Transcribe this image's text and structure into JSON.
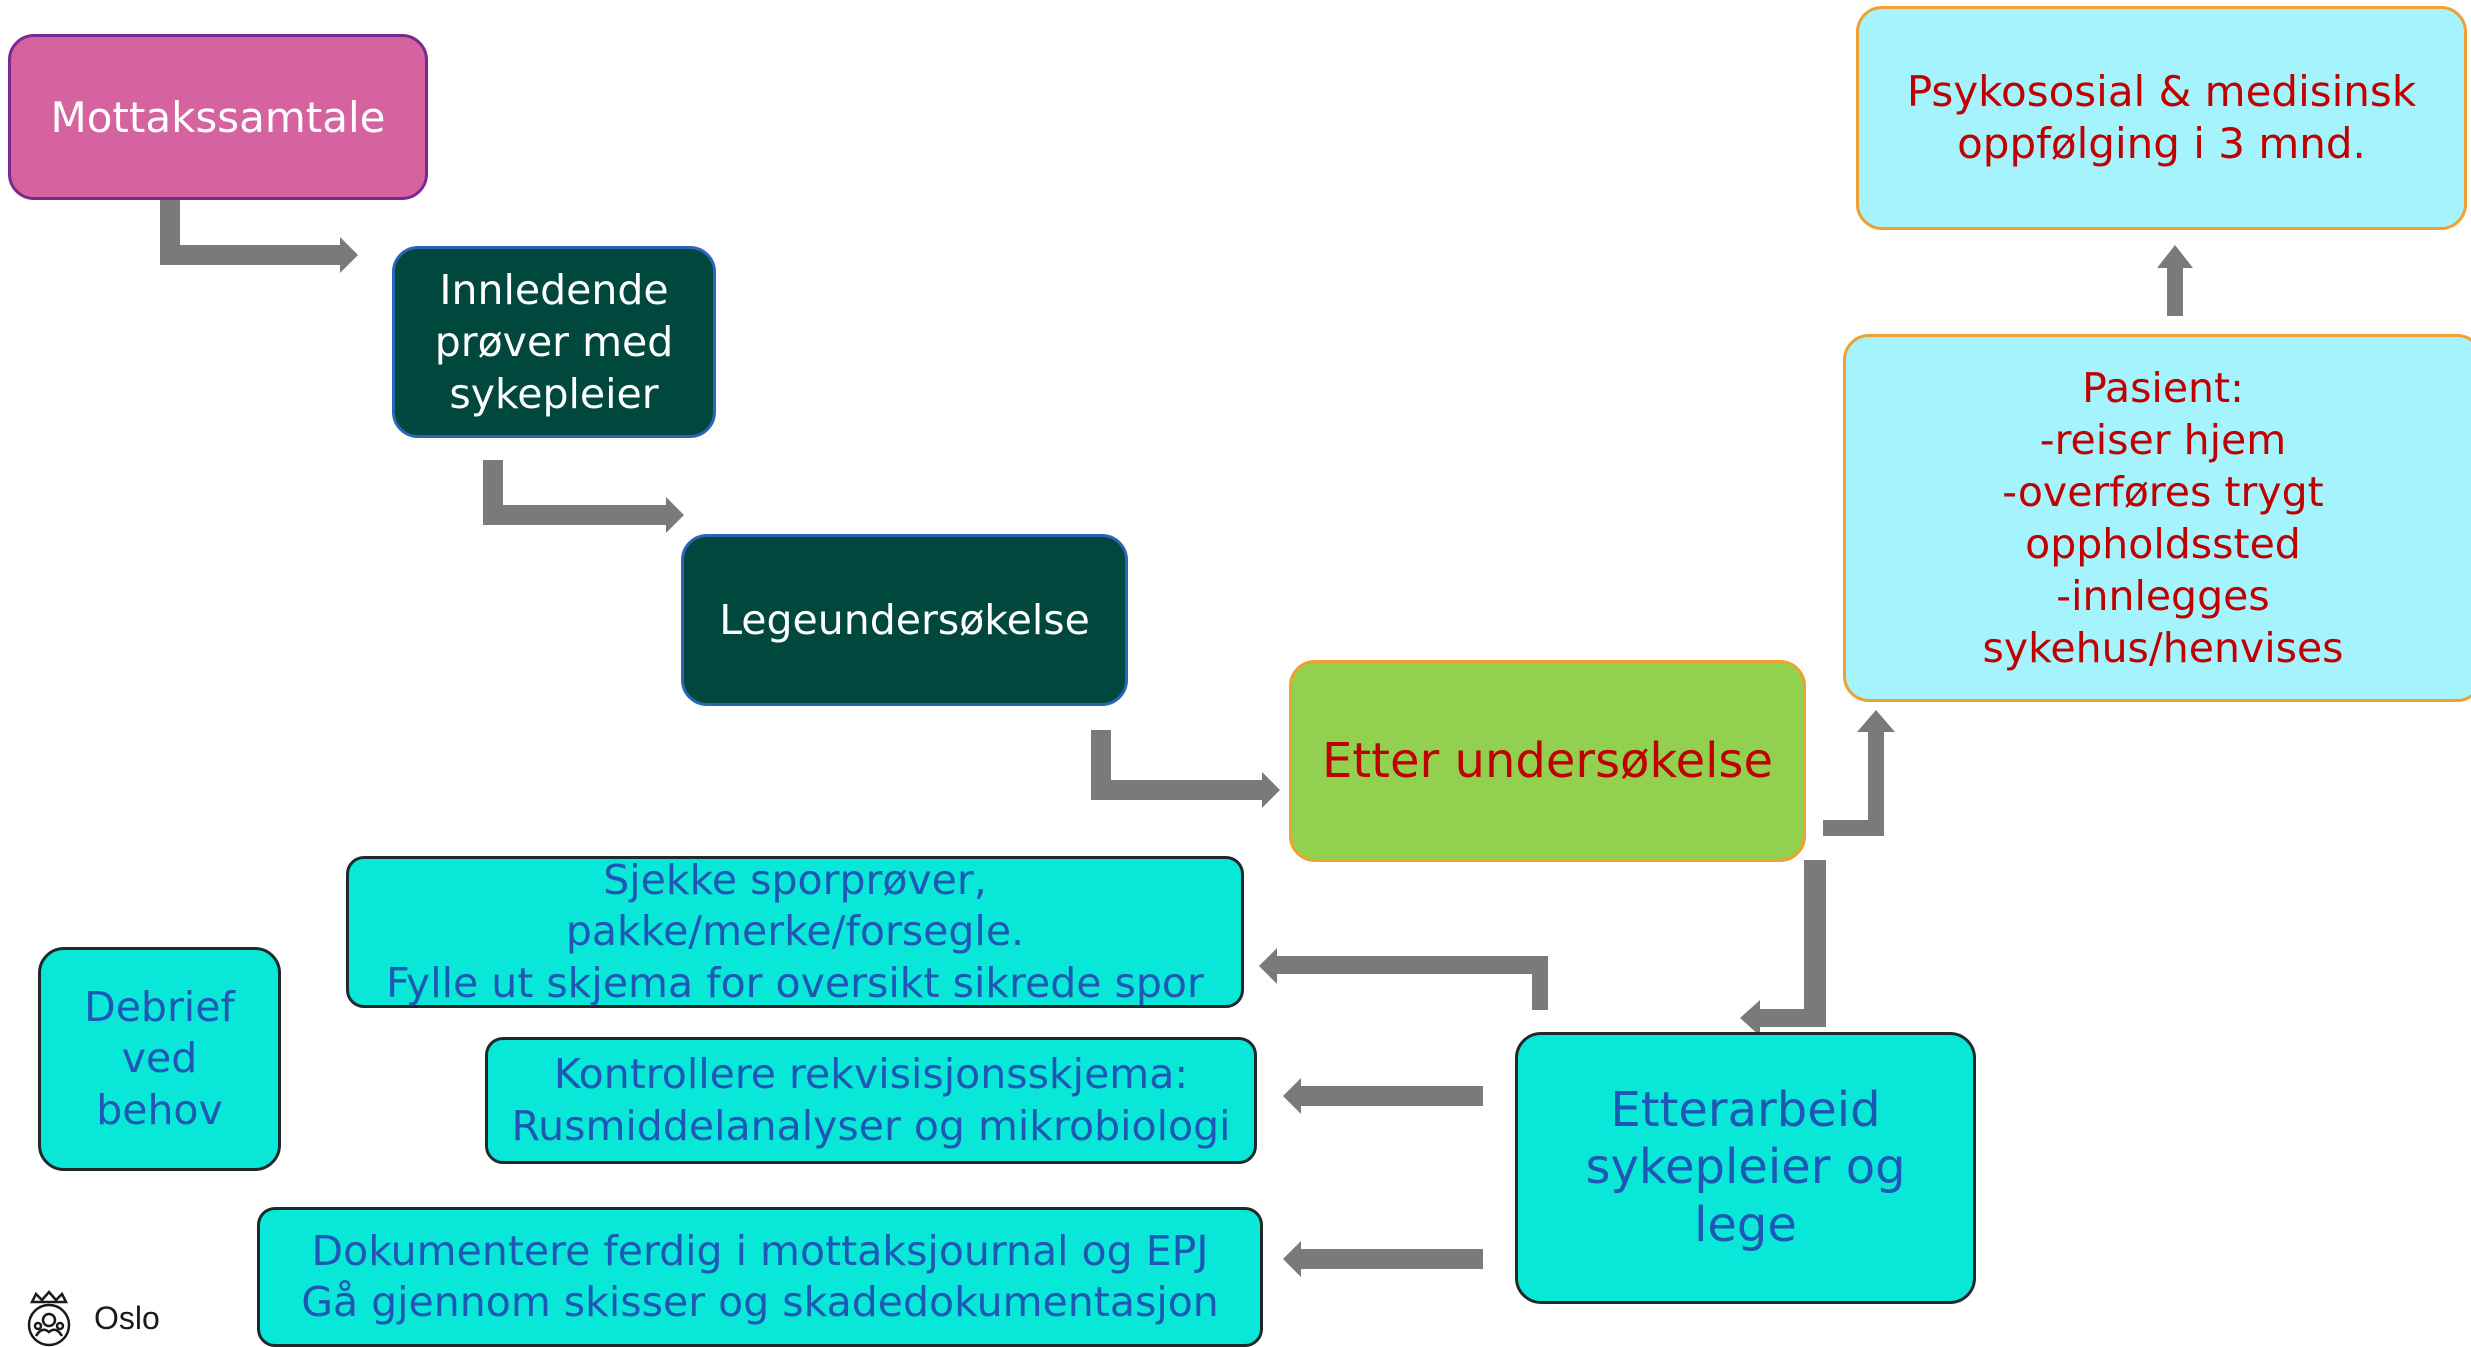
{
  "boxes": {
    "mottakssamtale": "Mottakssamtale",
    "innledende": "Innledende\nprøver med\nsykepleier",
    "legeundersokelse": "Legeundersøkelse",
    "etter_undersokelse": "Etter undersøkelse",
    "psykososial": "Psykososial & medisinsk\noppfølging i 3 mnd.",
    "pasient": "Pasient:\n-reiser hjem\n-overføres trygt\noppholdssted\n-innlegges\nsykehus/henvises",
    "etterarbeid": "Etterarbeid\nsykepleier og\nlege",
    "sjekke": "Sjekke sporprøver,\npakke/merke/forsegle.\nFylle ut skjema for oversikt sikrede spor",
    "kontrollere": "Kontrollere rekvisisjonsskjema:\nRusmiddelanalyser og mikrobiologi",
    "dokumentere": "Dokumentere ferdig i mottaksjournal og EPJ\nGå gjennom skisser og skadedokumentasjon",
    "debrief": "Debrief\nved\nbehov"
  },
  "logo": {
    "text": "Oslo",
    "icon": "oslo-city-seal-icon"
  },
  "colors": {
    "arrow": "#7a7a7a",
    "pink": "#d4639f",
    "dark_green": "#00473e",
    "light_green": "#92d050",
    "light_cyan": "#a5f3fc",
    "cyan": "#09e8d8",
    "red_text": "#c00000",
    "blue_text": "#1f57b5"
  }
}
